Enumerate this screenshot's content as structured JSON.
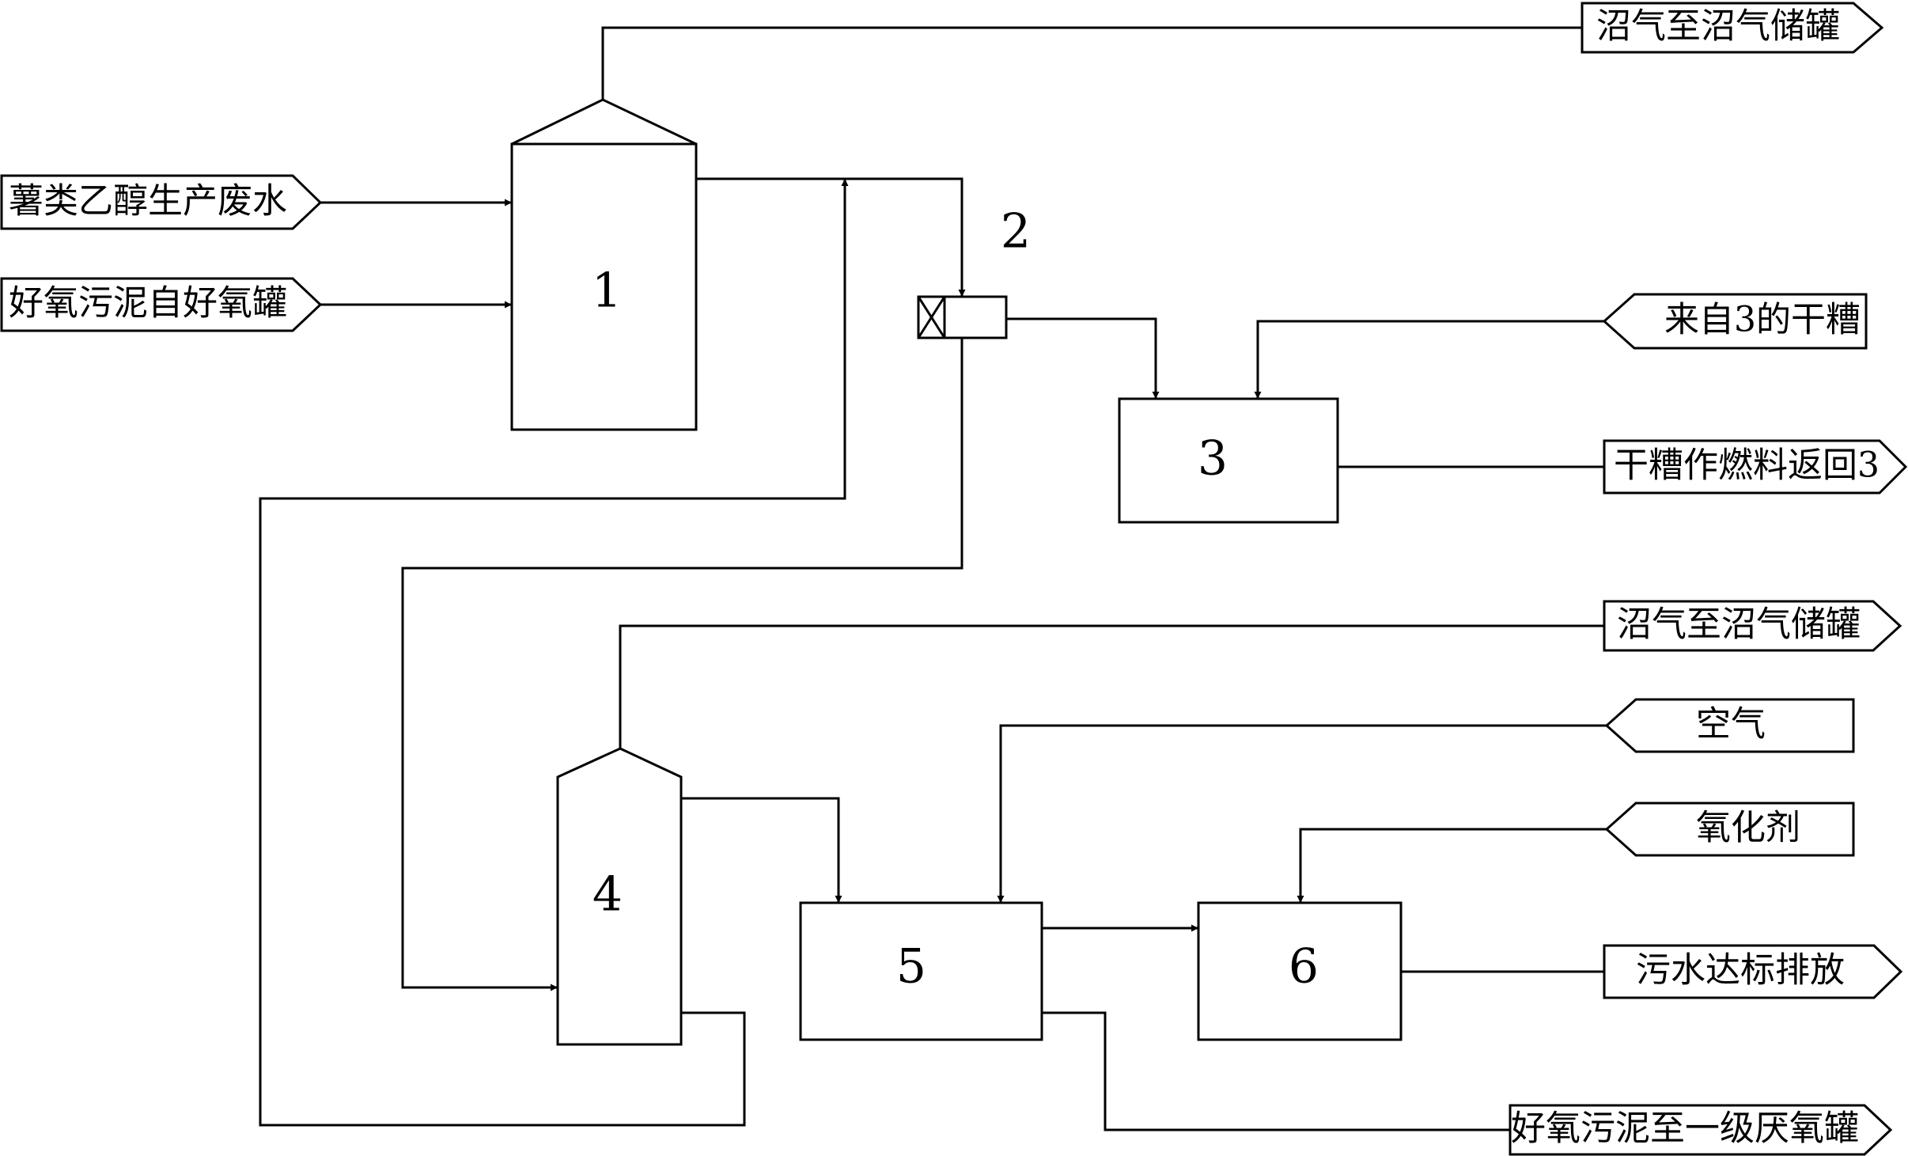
{
  "equipment": {
    "tank_1": "1",
    "separator_2": "2",
    "dryer_3": "3",
    "reactor_4": "4",
    "unit_5": "5",
    "unit_6": "6"
  },
  "streams": {
    "biogas_out_1": "沼气至沼气储罐",
    "wastewater_in": "薯类乙醇生产废水",
    "aerobic_sludge_in": "好氧污泥自好氧罐",
    "dry_grains_in": "来自3的干糟",
    "dry_grains_fuel_out": "干糟作燃料返回3",
    "biogas_out_2": "沼气至沼气储罐",
    "air_in": "空气",
    "oxidant_in": "氧化剂",
    "discharge_out": "污水达标排放",
    "aerobic_sludge_out": "好氧污泥至一级厌氧罐"
  }
}
